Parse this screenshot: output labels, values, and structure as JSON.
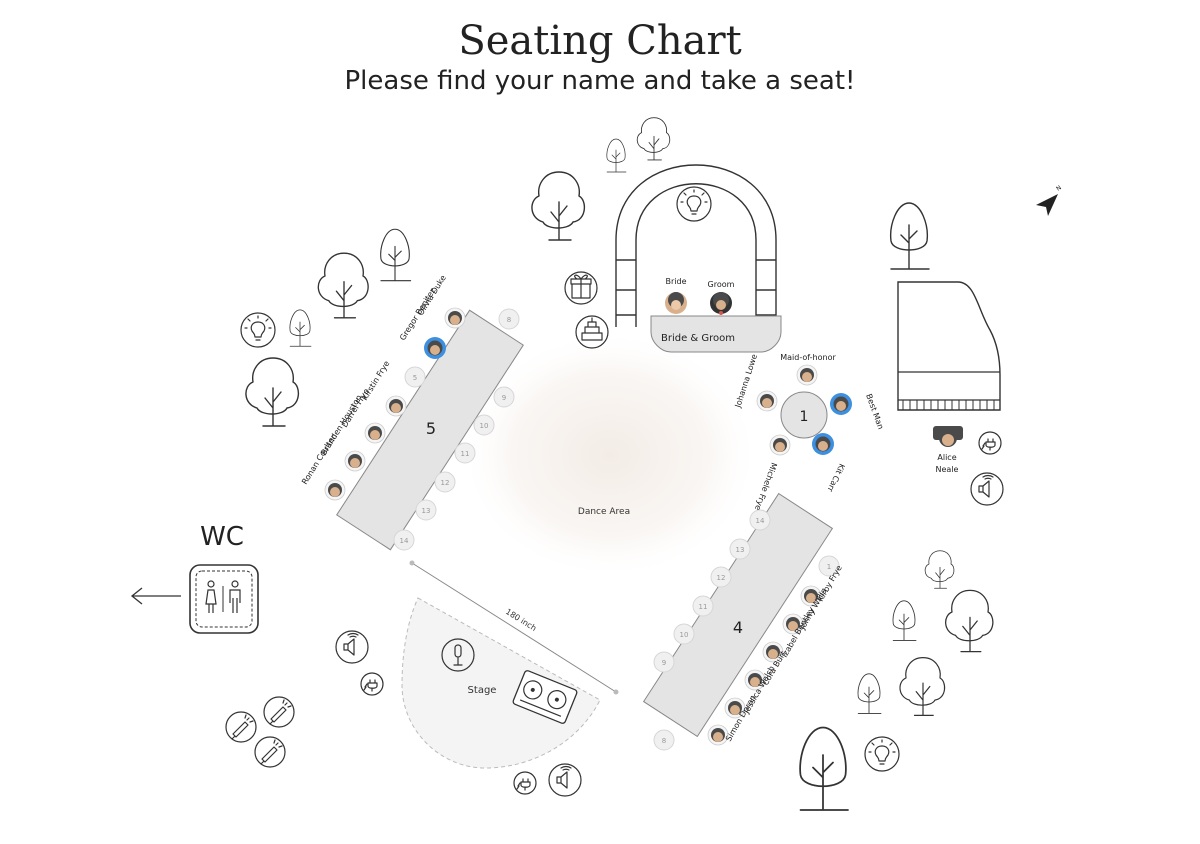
{
  "title": "Seating Chart",
  "subtitle": "Please find your name and take a seat!",
  "areas": {
    "dance": "Dance Area",
    "stage": "Stage",
    "stage_size": "180 inch",
    "wc": "WC",
    "bride_groom_table": "Bride & Groom"
  },
  "couple": {
    "bride": "Bride",
    "groom": "Groom"
  },
  "tables": {
    "t1": {
      "number": "1",
      "guests": [
        "Maid-of-honor",
        "Best Man",
        "Kit Carr",
        "Michele Frye",
        "Johanna Lowe"
      ]
    },
    "t4": {
      "number": "4",
      "guests": [
        "Kirby Frye",
        "Jonny Willis",
        "Izabel Bentley",
        "Cora Burt",
        "Jessica Walsh",
        "Simon Doran"
      ],
      "seats": [
        "1",
        "8",
        "9",
        "10",
        "11",
        "12",
        "13",
        "14"
      ]
    },
    "t5": {
      "number": "5",
      "guests": [
        "Olivia Duke",
        "Gregor Benitez",
        "Kirstin Frye",
        "Darrel Frye",
        "Branden Houston",
        "Ronan Coulter"
      ],
      "seats": [
        "8",
        "5",
        "9",
        "10",
        "11",
        "12",
        "13",
        "14"
      ]
    }
  },
  "musician": "Alice Neale",
  "colors": {
    "table": "#e4e4e4",
    "dance_floor": "#f3ece6",
    "hair": "#4a4a4a",
    "male_shirt": "#3d8fe0",
    "skin": "#d9b08c"
  }
}
